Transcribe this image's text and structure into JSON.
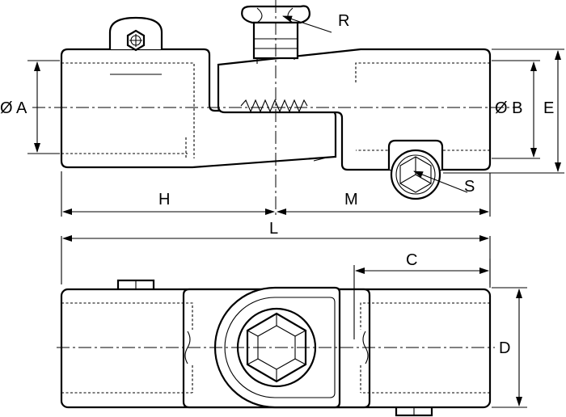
{
  "labels": {
    "diameter_a": "Ø A",
    "diameter_b": "Ø B",
    "e": "E",
    "r": "R",
    "s": "S",
    "h": "H",
    "m": "M",
    "l": "L",
    "c": "C",
    "d": "D"
  },
  "colors": {
    "line": "#000000",
    "background": "#ffffff"
  }
}
